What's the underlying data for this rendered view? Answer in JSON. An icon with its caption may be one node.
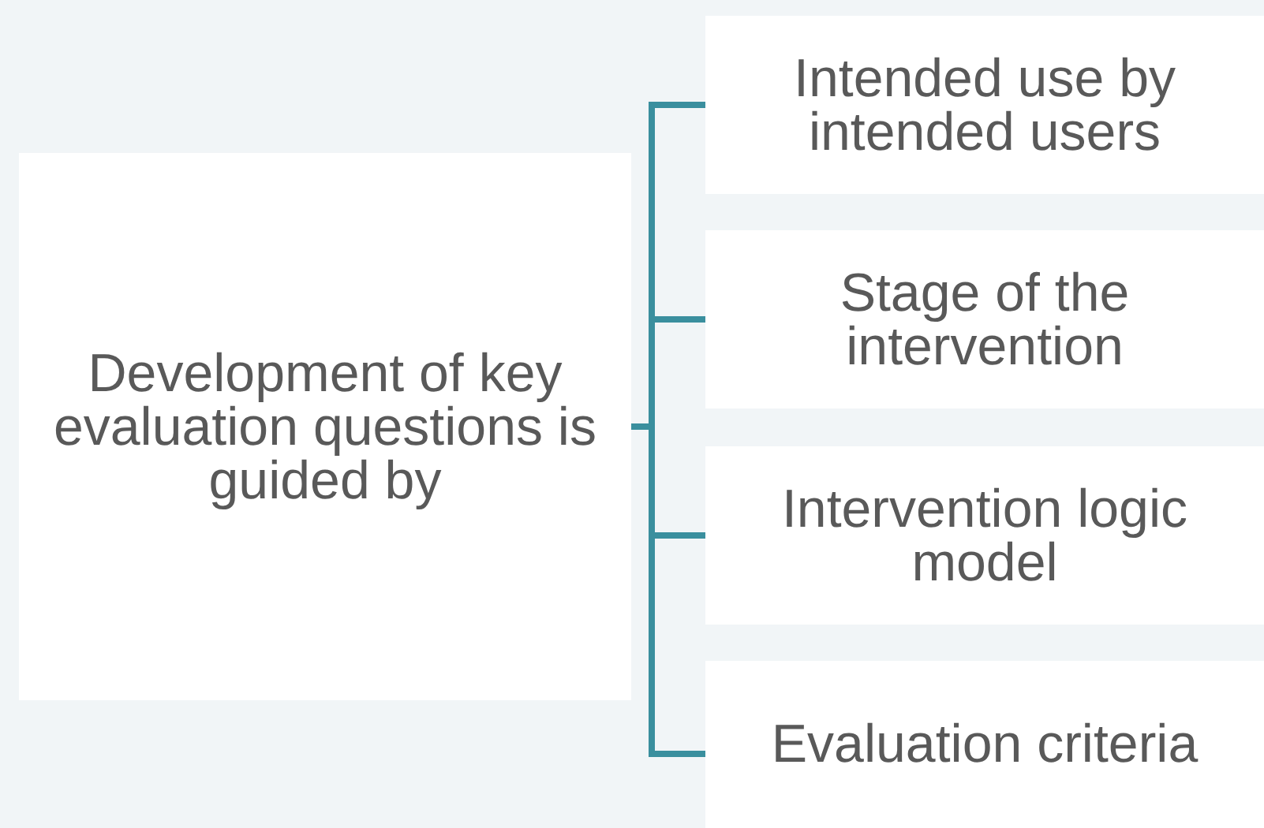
{
  "diagram": {
    "nodes": [
      {
        "text": [
          "Development of key evaluation questions is guided by"
        ]
      },
      {
        "text": [
          "Intended use by intended users"
        ]
      },
      {
        "text": [
          "Stage of the intervention"
        ]
      },
      {
        "text": [
          "Intervention logic model"
        ]
      },
      {
        "text": [
          "Evaluation criteria"
        ]
      }
    ],
    "edges": [
      {
        "from": 0,
        "to": 1,
        "arrow": "none"
      },
      {
        "from": 0,
        "to": 2,
        "arrow": "none"
      },
      {
        "from": 0,
        "to": 3,
        "arrow": "none"
      },
      {
        "from": 0,
        "to": 4,
        "arrow": "none"
      }
    ]
  }
}
